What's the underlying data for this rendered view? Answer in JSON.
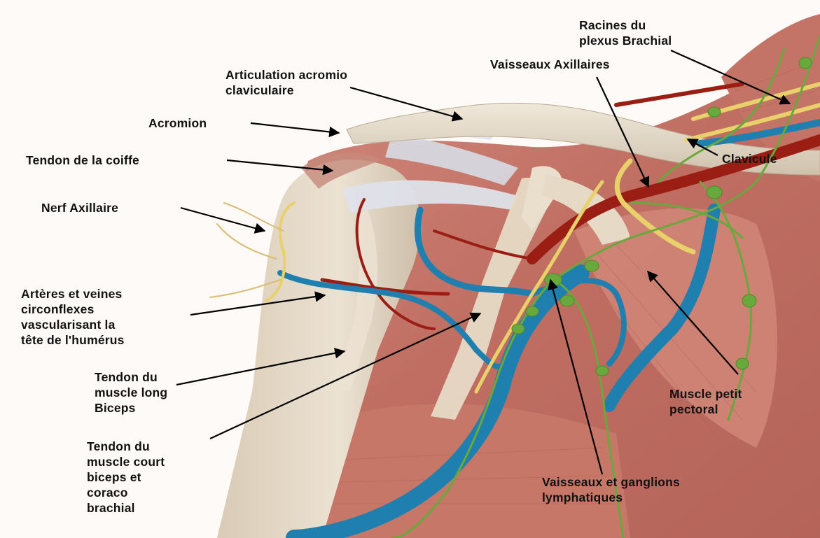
{
  "labels": {
    "racines": "Racines du\nplexus Brachial",
    "articulation": "Articulation acromio\nclaviculaire",
    "vaisseaux_axillaires": "Vaisseaux Axillaires",
    "acromion": "Acromion",
    "tendon_coiffe": "Tendon de la coiffe",
    "clavicule": "Clavicule",
    "nerf_axillaire": "Nerf Axillaire",
    "arteres": "Artères et veines\ncirconflexes\nvascularisant la\ntête de l'humérus",
    "tendon_long": "Tendon du\nmuscle long\nBiceps",
    "tendon_court": "Tendon du\nmuscle court\nbiceps et\ncoraco\nbrachial",
    "petit_pectoral": "Muscle petit\npectoral",
    "lymphatiques": "Vaisseaux et ganglions\nlymphatiques"
  },
  "colors": {
    "muscle": "#c97a6e",
    "bone": "#e7dccb",
    "artery": "#9a1e14",
    "vein": "#1f7fae",
    "nerve": "#e8d16a",
    "lymph": "#69a83c",
    "text": "#111111"
  }
}
